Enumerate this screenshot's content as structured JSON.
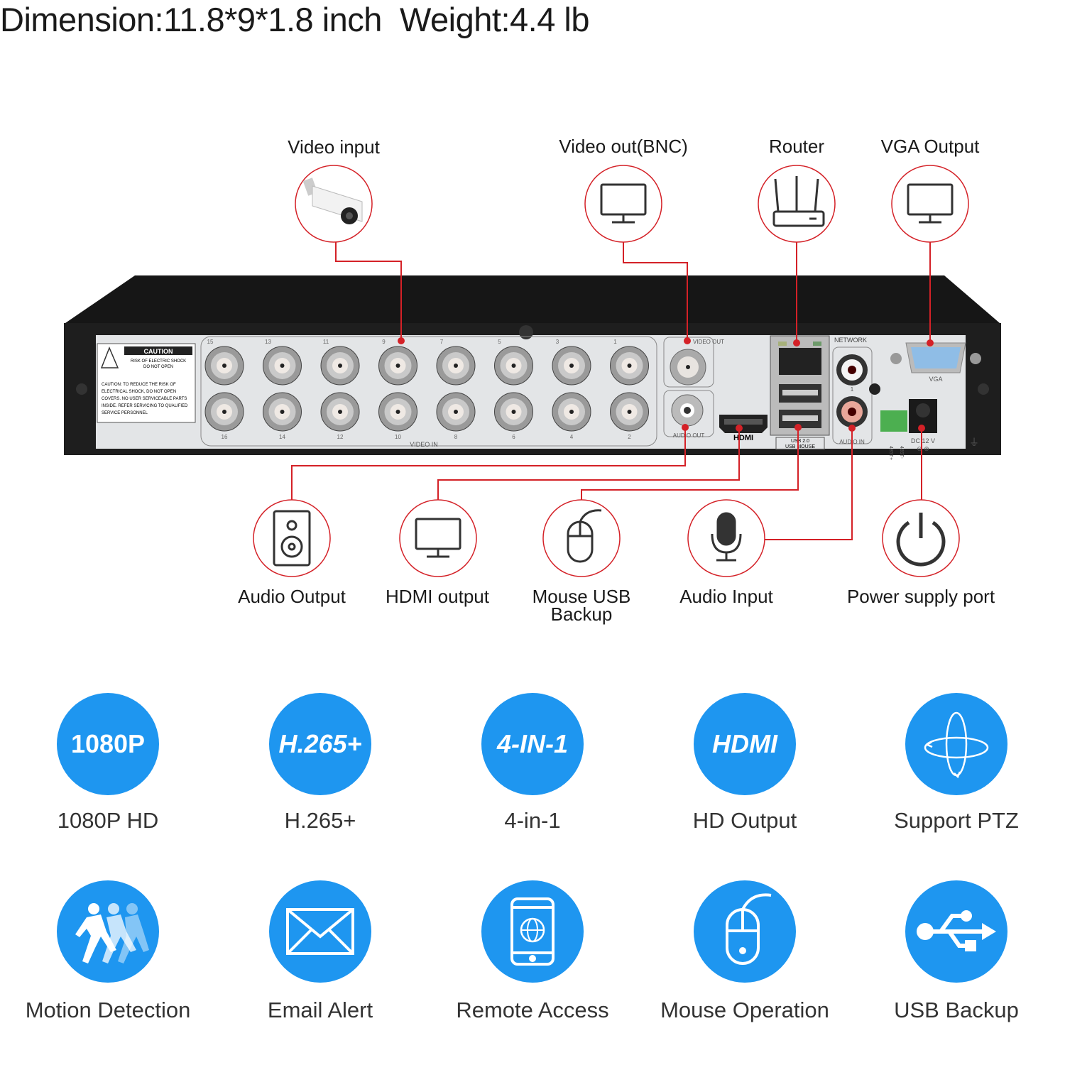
{
  "title": "Dimension:11.8*9*1.8 inch  Weight:4.4 lb",
  "colors": {
    "accent_red": "#d42127",
    "feature_blue": "#1e96f0",
    "device_black": "#1b1b1b",
    "panel_silver": "#e4e6e8"
  },
  "top_callouts": [
    {
      "label": "Video input",
      "icon": "security-camera-icon"
    },
    {
      "label": "Video out(BNC)",
      "icon": "monitor-icon"
    },
    {
      "label": "Router",
      "icon": "router-icon"
    },
    {
      "label": "VGA Output",
      "icon": "monitor-icon"
    }
  ],
  "bottom_callouts": [
    {
      "label": "Audio Output",
      "icon": "speaker-icon"
    },
    {
      "label": "HDMI output",
      "icon": "monitor-icon"
    },
    {
      "label": "Mouse USB\nBackup",
      "line1": "Mouse USB",
      "line2": "Backup",
      "icon": "mouse-icon"
    },
    {
      "label": "Audio Input",
      "icon": "microphone-icon"
    },
    {
      "label": "Power supply port",
      "icon": "power-icon"
    }
  ],
  "panel": {
    "caution_title": "CAUTION",
    "caution_sub1": "RISK OF ELECTRIC SHOCK",
    "caution_sub2": "DO NOT OPEN",
    "caution_body": [
      "CAUTION: TO REDUCE THE RISK OF",
      "ELECTRICAL SHOCK, DO NOT OPEN",
      "COVERS. NO USER SERVICEABLE PARTS",
      "INSIDE. REFER SERVICING TO QUALIFIED",
      "SERVICE PERSONNEL"
    ],
    "video_in": "VIDEO IN",
    "top_numbers": [
      "15",
      "13",
      "11",
      "9",
      "7",
      "5",
      "3",
      "1"
    ],
    "bottom_numbers": [
      "16",
      "14",
      "12",
      "10",
      "8",
      "6",
      "4",
      "2"
    ],
    "video_out": "VIDEO OUT",
    "audio_out": "AUDIO OUT",
    "hdmi": "HDMI",
    "usb1": "USB 2.0",
    "usb2": "USB MOUSE",
    "network": "NETWORK",
    "audio_in": "AUDIO  IN",
    "audio_in_num": "1",
    "vga": "VGA",
    "rs485a": "485T+",
    "rs485b": "485T-",
    "dc": "DC 12 V",
    "polarity": "⊖ ⊕"
  },
  "features": [
    {
      "badge": "1080P",
      "label": "1080P HD"
    },
    {
      "badge": "H.265+",
      "label": "H.265+"
    },
    {
      "badge": "4-IN-1",
      "label": "4-in-1"
    },
    {
      "badge": "HDMI",
      "label": "HD Output"
    },
    {
      "badge": "",
      "label": "Support PTZ",
      "icon": "ptz-rotation-icon"
    },
    {
      "badge": "",
      "label": "Motion Detection",
      "icon": "running-people-icon"
    },
    {
      "badge": "",
      "label": "Email Alert",
      "icon": "envelope-icon"
    },
    {
      "badge": "",
      "label": "Remote Access",
      "icon": "smartphone-globe-icon"
    },
    {
      "badge": "",
      "label": "Mouse Operation",
      "icon": "mouse-icon"
    },
    {
      "badge": "",
      "label": "USB Backup",
      "icon": "usb-icon"
    }
  ]
}
